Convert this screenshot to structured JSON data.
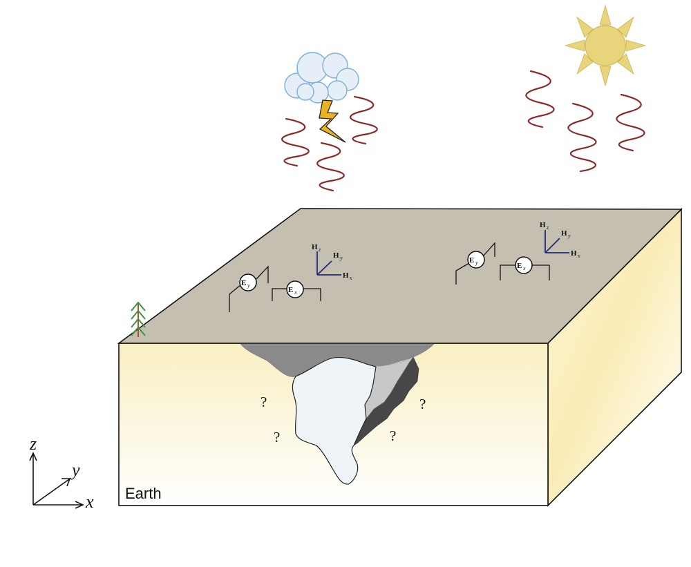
{
  "labels": {
    "earth": "Earth",
    "axis_x": "x",
    "axis_y": "y",
    "axis_z": "z",
    "unknown": "?"
  },
  "sensors": {
    "E_main": "E",
    "E_x_sub": "x",
    "E_y_sub": "y",
    "H_main": "H",
    "H_x_sub": "x",
    "H_y_sub": "y",
    "H_z_sub": "z"
  },
  "colors": {
    "surface": "#c4bfb1",
    "front_face_top": "#f9f0c6",
    "front_face_bottom": "#ffffff",
    "wave": "#8b2a2a",
    "sun": "#e8d47a",
    "cloud": "#e4eef7",
    "lightning": "#e8b320",
    "h_axes": "#1f2a7a",
    "tree": "#3f8f3f"
  },
  "icons": [
    "sun-icon",
    "cloud-icon",
    "lightning-icon",
    "tree-icon"
  ]
}
